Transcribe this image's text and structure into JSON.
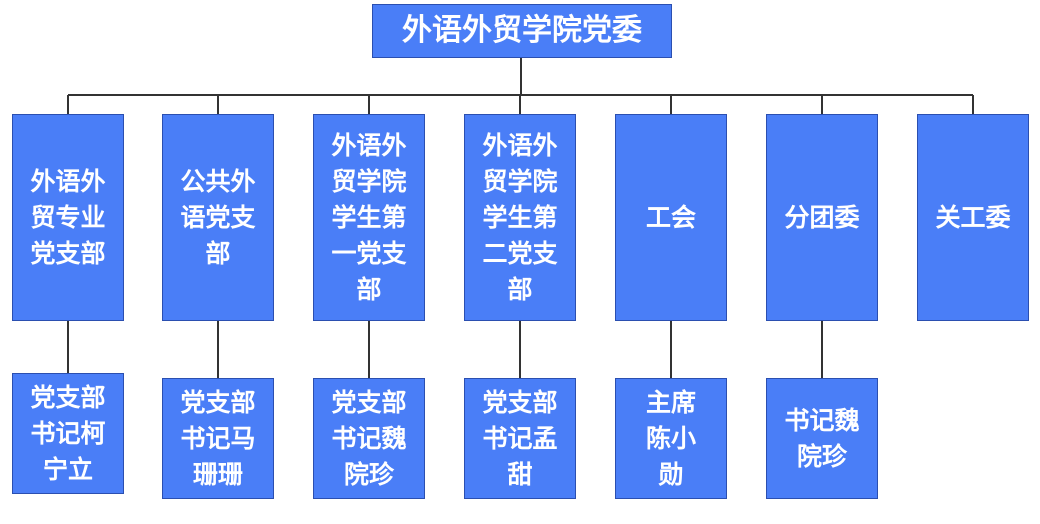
{
  "root": {
    "label": "外语外贸学院党委"
  },
  "units": [
    {
      "label": "外语外贸专业党支部"
    },
    {
      "label": "公共外语党支部"
    },
    {
      "label": "外语外贸学院学生第一党支部"
    },
    {
      "label": "外语外贸学院学生第二党支部"
    },
    {
      "label": "工会"
    },
    {
      "label": "分团委"
    },
    {
      "label": "关工委"
    }
  ],
  "leaders": [
    {
      "label": "党支部书记柯宁立"
    },
    {
      "label": "党支部书记马珊珊"
    },
    {
      "label": "党支部书记魏院珍"
    },
    {
      "label": "党支部书记孟甜"
    },
    {
      "label": "主席陈小勋"
    },
    {
      "label": "书记魏院珍"
    }
  ],
  "colors": {
    "box_fill": "#4a7ef7",
    "box_border": "#2b4fb0",
    "text": "#ffffff",
    "connector": "#333333"
  }
}
